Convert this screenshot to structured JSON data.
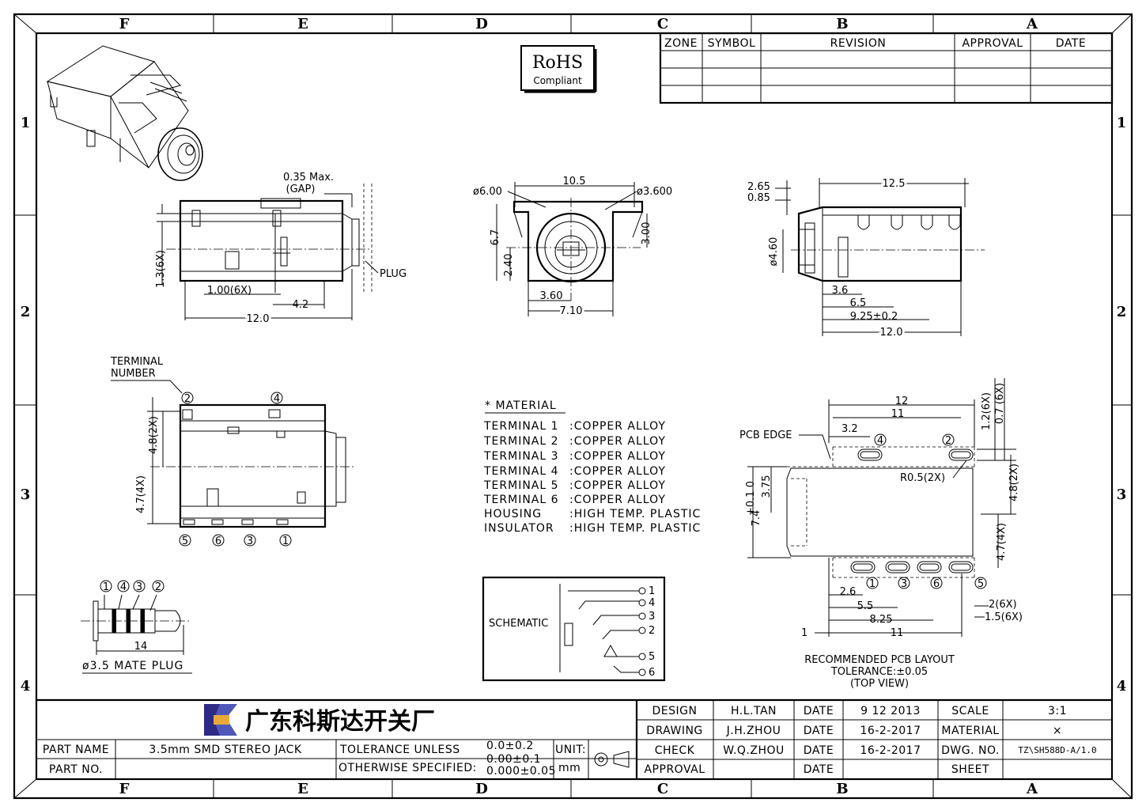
{
  "zones": {
    "columns": [
      "F",
      "E",
      "D",
      "C",
      "B",
      "A"
    ],
    "rows": [
      "1",
      "2",
      "3",
      "4"
    ]
  },
  "revision_table": {
    "headers": [
      "ZONE",
      "SYMBOL",
      "REVISION",
      "APPROVAL",
      "DATE"
    ]
  },
  "rohs": {
    "title": "RoHS",
    "subtitle": "Compliant"
  },
  "side_view": {
    "gap_label": "0.35 Max.",
    "gap_sub": "(GAP)",
    "plug_label": "PLUG",
    "height_dim": "1.3(6X)",
    "pin_width": "1.00(6X)",
    "offset_dim": "4.2",
    "length_dim": "12.0"
  },
  "front_view": {
    "width_dim": "10.5",
    "hole_dim": "ø6.00",
    "hole2_dim": "ø3.600",
    "height_dim": "6.7",
    "center_dim": "2.40",
    "right_dim": "3.00",
    "half_dim": "3.60",
    "bottom_dim": "7.10"
  },
  "right_view": {
    "top_dim": "2.65",
    "top2_dim": "0.85",
    "width_dim": "12.5",
    "dia_dim": "ø4.60",
    "d1": "3.6",
    "d2": "6.5",
    "d3": "9.25±0.2",
    "d4": "12.0"
  },
  "top_view": {
    "terminal_label_1": "TERMINAL",
    "terminal_label_2": "NUMBER",
    "dim_a": "4.8(2X)",
    "dim_b": "4.7(4X)",
    "terminals_top": [
      "2",
      "4"
    ],
    "terminals_bottom": [
      "5",
      "6",
      "3",
      "1"
    ]
  },
  "plug": {
    "labels": [
      "1",
      "4",
      "3",
      "2"
    ],
    "length_dim": "14",
    "caption": "ø3.5 MATE PLUG"
  },
  "material": {
    "title": "* MATERIAL",
    "rows": [
      {
        "part": "TERMINAL 1",
        "value": ":COPPER ALLOY"
      },
      {
        "part": "TERMINAL 2",
        "value": ":COPPER ALLOY"
      },
      {
        "part": "TERMINAL 3",
        "value": ":COPPER ALLOY"
      },
      {
        "part": "TERMINAL 4",
        "value": ":COPPER ALLOY"
      },
      {
        "part": "TERMINAL 5",
        "value": ":COPPER ALLOY"
      },
      {
        "part": "TERMINAL 6",
        "value": ":COPPER ALLOY"
      },
      {
        "part": "HOUSING",
        "value": ":HIGH TEMP. PLASTIC"
      },
      {
        "part": "INSULATOR",
        "value": ":HIGH TEMP. PLASTIC"
      }
    ]
  },
  "schematic": {
    "label": "SCHEMATIC",
    "pins": [
      "1",
      "4",
      "3",
      "2",
      "5",
      "6"
    ]
  },
  "pcb": {
    "dim_12": "12",
    "dim_11": "11",
    "pcb_edge": "PCB EDGE",
    "dim_32": "3.2",
    "pad_top": [
      "4",
      "2"
    ],
    "pad_bottom": [
      "1",
      "3",
      "6",
      "5"
    ],
    "r05": "R0.5(2X)",
    "d_1_2": "1.2(6X)",
    "d_07": "0.7 (6X)",
    "d_48": "4.8(2X)",
    "d_47": "4.7(4X)",
    "d_375": "3.75",
    "d_74": "7.4",
    "d_tol": "+0.1 0",
    "d_26": "2.6",
    "d_55": "5.5",
    "d_825": "8.25",
    "d_11b": "11",
    "d_1": "1",
    "d_2": "2(6X)",
    "d_15": "1.5(6X)",
    "caption_1": "RECOMMENDED PCB LAYOUT",
    "caption_2": "TOLERANCE:±0.05",
    "caption_3": "(TOP VIEW)"
  },
  "title_block": {
    "company": "广东科斯达开关厂",
    "part_name_label": "PART NAME",
    "part_name": "3.5mm SMD STEREO JACK",
    "part_no_label": "PART NO.",
    "tol_1": "TOLERANCE UNLESS",
    "tol_2": "OTHERWISE SPECIFIED:",
    "tol_v1": "0.0±0.2",
    "tol_v2": "0.00±0.1",
    "tol_v3": "0.000±0.05",
    "unit_label": "UNIT:",
    "unit": "mm",
    "rows": [
      {
        "role": "DESIGN",
        "name": "H.L.TAN",
        "date_label": "DATE",
        "date": "9 12 2013",
        "key": "SCALE",
        "val": "3:1"
      },
      {
        "role": "DRAWING",
        "name": "J.H.ZHOU",
        "date_label": "DATE",
        "date": "16-2-2017",
        "key": "MATERIAL",
        "val": "×"
      },
      {
        "role": "CHECK",
        "name": "W.Q.ZHOU",
        "date_label": "DATE",
        "date": "16-2-2017",
        "key": "DWG. NO.",
        "val": "TZ\\SH588D-A/1.0"
      },
      {
        "role": "APPROVAL",
        "name": "",
        "date_label": "DATE",
        "date": "",
        "key": "SHEET",
        "val": ""
      }
    ]
  }
}
